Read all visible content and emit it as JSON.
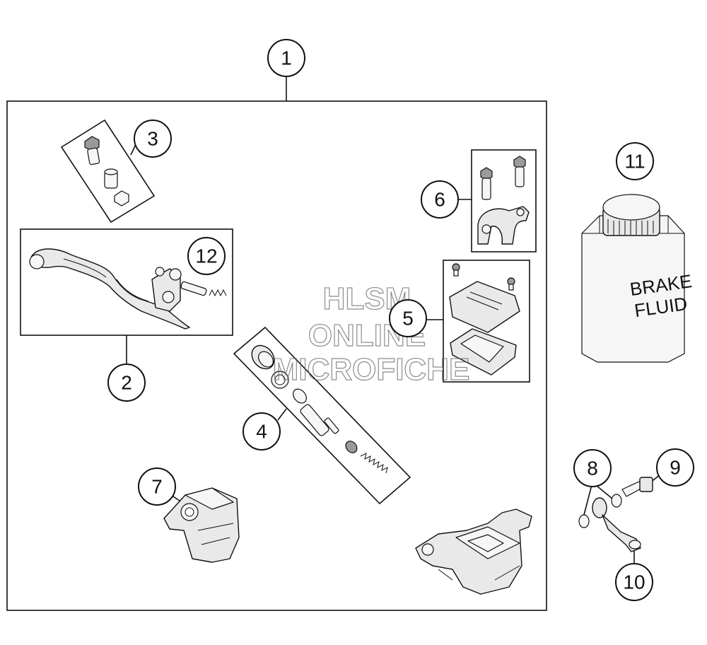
{
  "callouts": [
    {
      "id": "1",
      "label": "1"
    },
    {
      "id": "2",
      "label": "2"
    },
    {
      "id": "3",
      "label": "3"
    },
    {
      "id": "4",
      "label": "4"
    },
    {
      "id": "5",
      "label": "5"
    },
    {
      "id": "6",
      "label": "6"
    },
    {
      "id": "7",
      "label": "7"
    },
    {
      "id": "8",
      "label": "8"
    },
    {
      "id": "9",
      "label": "9"
    },
    {
      "id": "10",
      "label": "10"
    },
    {
      "id": "11",
      "label": "11"
    },
    {
      "id": "12",
      "label": "12"
    }
  ],
  "bottle": {
    "line1": "BRAKE",
    "line2": "FLUID"
  },
  "watermark": {
    "line1": "HLSM",
    "line2": "ONLINE",
    "line3": "MICROFICHE"
  }
}
